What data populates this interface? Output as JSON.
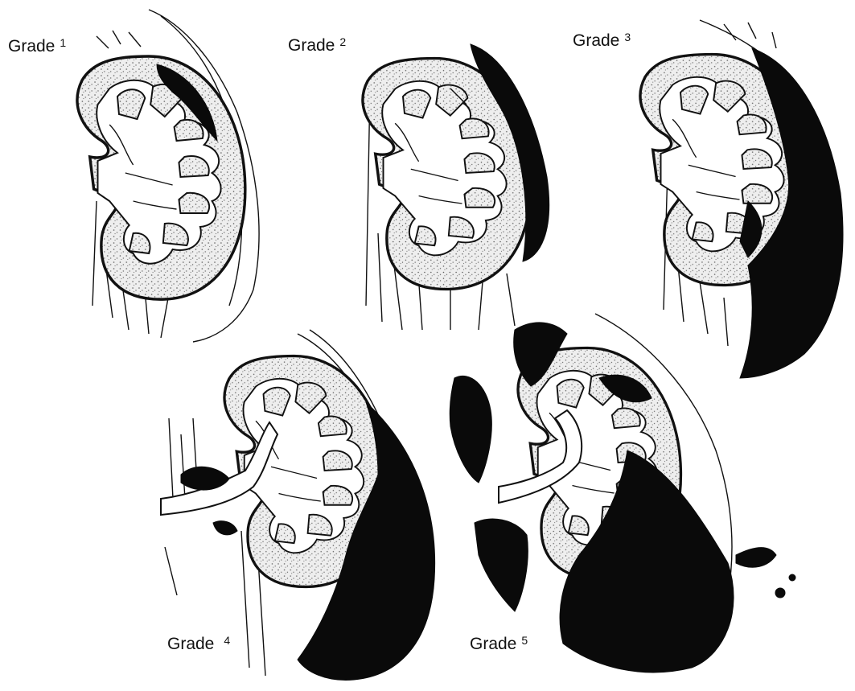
{
  "labels": {
    "grade1": {
      "word": "Grade",
      "num": "1"
    },
    "grade2": {
      "word": "Grade",
      "num": "2"
    },
    "grade3": {
      "word": "Grade",
      "num": "3"
    },
    "grade4": {
      "word": "Grade",
      "num": "4"
    },
    "grade5": {
      "word": "Grade",
      "num": "5"
    }
  },
  "colors": {
    "ink": "#111111",
    "hematoma": "#0a0a0a",
    "background": "#ffffff",
    "stipple": "#e6e6e6"
  }
}
